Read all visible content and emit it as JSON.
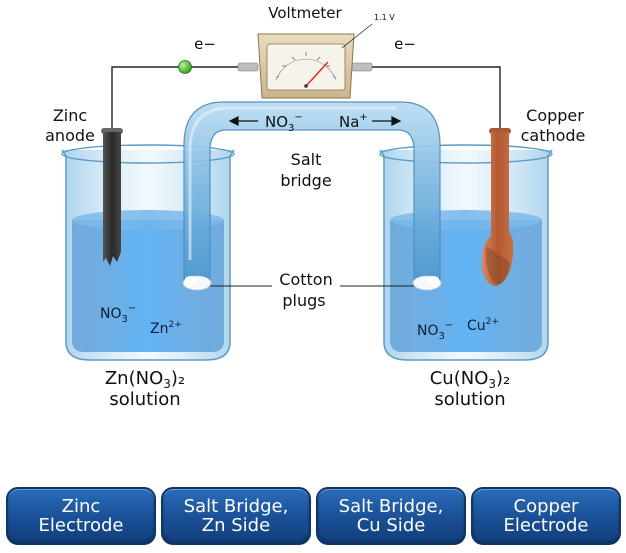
{
  "voltmeter": {
    "title": "Voltmeter",
    "reading": "1.1 V"
  },
  "electron_left": "e−",
  "electron_right": "e−",
  "salt_bridge": {
    "ion_left": "NO",
    "ion_left_sub": "3",
    "ion_left_sup": "−",
    "ion_right": "Na",
    "ion_right_sup": "+",
    "label_line1": "Salt",
    "label_line2": "bridge",
    "plugs_line1": "Cotton",
    "plugs_line2": "plugs"
  },
  "anode": {
    "line1": "Zinc",
    "line2": "anode"
  },
  "cathode": {
    "line1": "Copper",
    "line2": "cathode"
  },
  "left_beaker": {
    "anion": "NO",
    "anion_sub": "3",
    "anion_sup": "−",
    "cation": "Zn",
    "cation_sup": "2+",
    "solution_formula": "Zn(NO",
    "solution_formula_sub": "3",
    "solution_formula_end": ")₂",
    "solution_word": "solution"
  },
  "right_beaker": {
    "anion": "NO",
    "anion_sub": "3",
    "anion_sup": "−",
    "cation": "Cu",
    "cation_sup": "2+",
    "solution_formula": "Cu(NO",
    "solution_formula_sub": "3",
    "solution_formula_end": ")₂",
    "solution_word": "solution"
  },
  "buttons": [
    {
      "line1": "Zinc",
      "line2": "Electrode"
    },
    {
      "line1": "Salt Bridge,",
      "line2": "Zn Side"
    },
    {
      "line1": "Salt Bridge,",
      "line2": "Cu Side"
    },
    {
      "line1": "Copper",
      "line2": "Electrode"
    }
  ],
  "colors": {
    "solution": "#1b7fd8",
    "glass": "#a9d3ee",
    "zinc": "#3a3a3a",
    "copper": "#c46a44",
    "button": "#1a4f95"
  }
}
